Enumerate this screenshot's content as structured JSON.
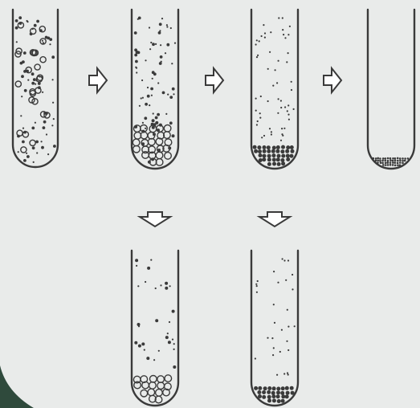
{
  "diagram": {
    "background": "#e9ebea",
    "ink": "#3a3a3a",
    "corner_color": "#2f4a3c",
    "tubes": [
      {
        "id": "tube-1-mixed",
        "particles": "mixed-suspension"
      },
      {
        "id": "tube-2-large-settling",
        "particles": "large-particles-settled"
      },
      {
        "id": "tube-3-medium-settling",
        "particles": "medium-particles-settled"
      },
      {
        "id": "tube-4-fine-pellet",
        "particles": "fine-pellet-only"
      },
      {
        "id": "tube-5-large-pellet",
        "particles": "large-pellet"
      },
      {
        "id": "tube-6-medium-pellet",
        "particles": "medium-pellet"
      }
    ],
    "arrows": [
      {
        "id": "arrow-1-to-2",
        "direction": "right"
      },
      {
        "id": "arrow-2-to-3",
        "direction": "right"
      },
      {
        "id": "arrow-3-to-4",
        "direction": "right"
      },
      {
        "id": "arrow-2-to-5",
        "direction": "down"
      },
      {
        "id": "arrow-3-to-6",
        "direction": "down"
      }
    ]
  }
}
